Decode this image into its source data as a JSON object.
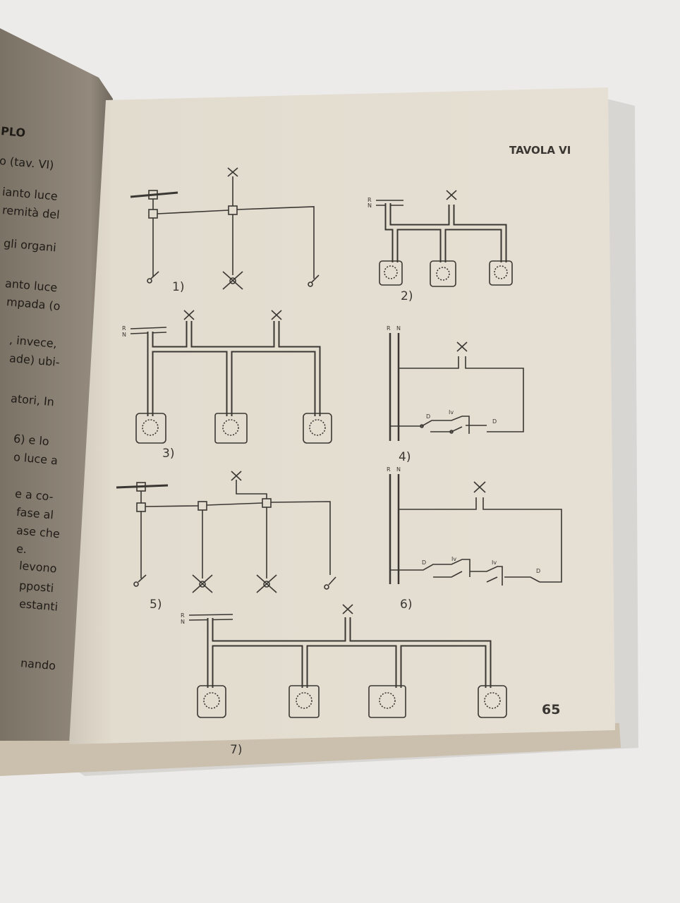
{
  "left_page": {
    "heading": "PLO",
    "lines": [
      "o (tav. VI)",
      "ianto luce",
      "remità del",
      "gli organi",
      "anto luce",
      "mpada (o",
      ", invece,",
      "ade) ubi-",
      "atori, In",
      "6) e lo",
      "o luce a",
      "e a co-",
      "fase al",
      "ase che",
      "e.",
      "levono",
      "pposti",
      "estanti",
      "nando"
    ]
  },
  "right_page": {
    "title": "TAVOLA VI",
    "page_number": "65",
    "phase_label": "R",
    "neutral_label": "N",
    "deviator_label": "D",
    "inverter_label": "Iv",
    "figures": [
      "1)",
      "2)",
      "3)",
      "4)",
      "5)",
      "6)",
      "7)"
    ]
  },
  "colors": {
    "page": "#e4ded1",
    "ink": "#3a3733",
    "left_page": "#8a8073",
    "background": "#ecebe9"
  }
}
